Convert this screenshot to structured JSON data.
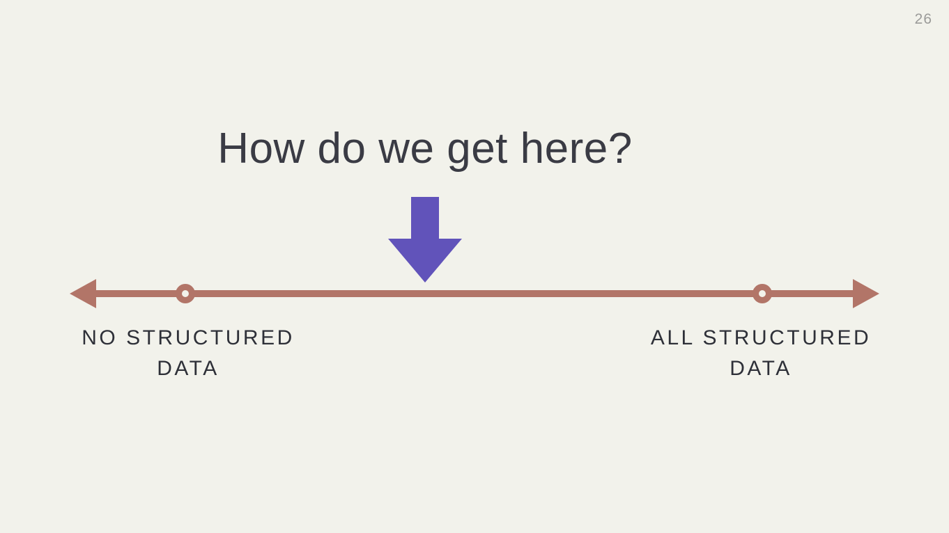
{
  "slide": {
    "page_number": "26",
    "title": "How do we get here?",
    "pointer": {
      "icon": "down-arrow-icon"
    },
    "spectrum": {
      "left_label": {
        "line1": "NO STRUCTURED",
        "line2": "DATA"
      },
      "right_label": {
        "line1": "ALL STRUCTURED",
        "line2": "DATA"
      }
    },
    "colors": {
      "background": "#F2F2EB",
      "title_text": "#3A3B44",
      "label_text": "#2E3038",
      "page_number": "#9B9B99",
      "arrow_purple": "#6153BA",
      "line_copper": "#B27568"
    }
  }
}
